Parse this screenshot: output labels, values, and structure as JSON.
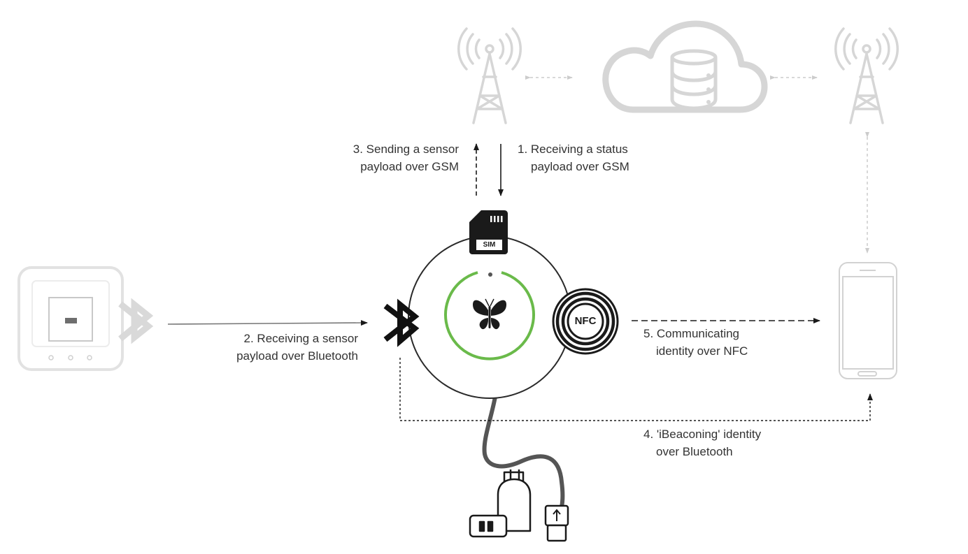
{
  "steps": [
    {
      "line1": "3. Sending a sensor",
      "line2": "payload over GSM"
    },
    {
      "line1": "1. Receiving a status",
      "line2": "payload over GSM"
    },
    {
      "line1": "2. Receiving a sensor",
      "line2": "payload over Bluetooth"
    },
    {
      "line1": "5. Communicating",
      "line2": "identity over NFC"
    },
    {
      "line1": "4. 'iBeaconing' identity",
      "line2": "over Bluetooth"
    }
  ],
  "chips": {
    "sim": "SIM",
    "nfc": "NFC"
  },
  "colors": {
    "ring": "#6aba4a",
    "faded": "#d9d9d9",
    "ink": "#1a1a1a",
    "text": "#333333"
  },
  "icons": [
    "cell-tower-icon",
    "cloud-database-icon",
    "sensor-device-icon",
    "bluetooth-icon",
    "sim-card-icon",
    "butterfly-logo-icon",
    "nfc-icon",
    "smartphone-icon",
    "power-adapter-icon",
    "usb-plug-icon"
  ]
}
